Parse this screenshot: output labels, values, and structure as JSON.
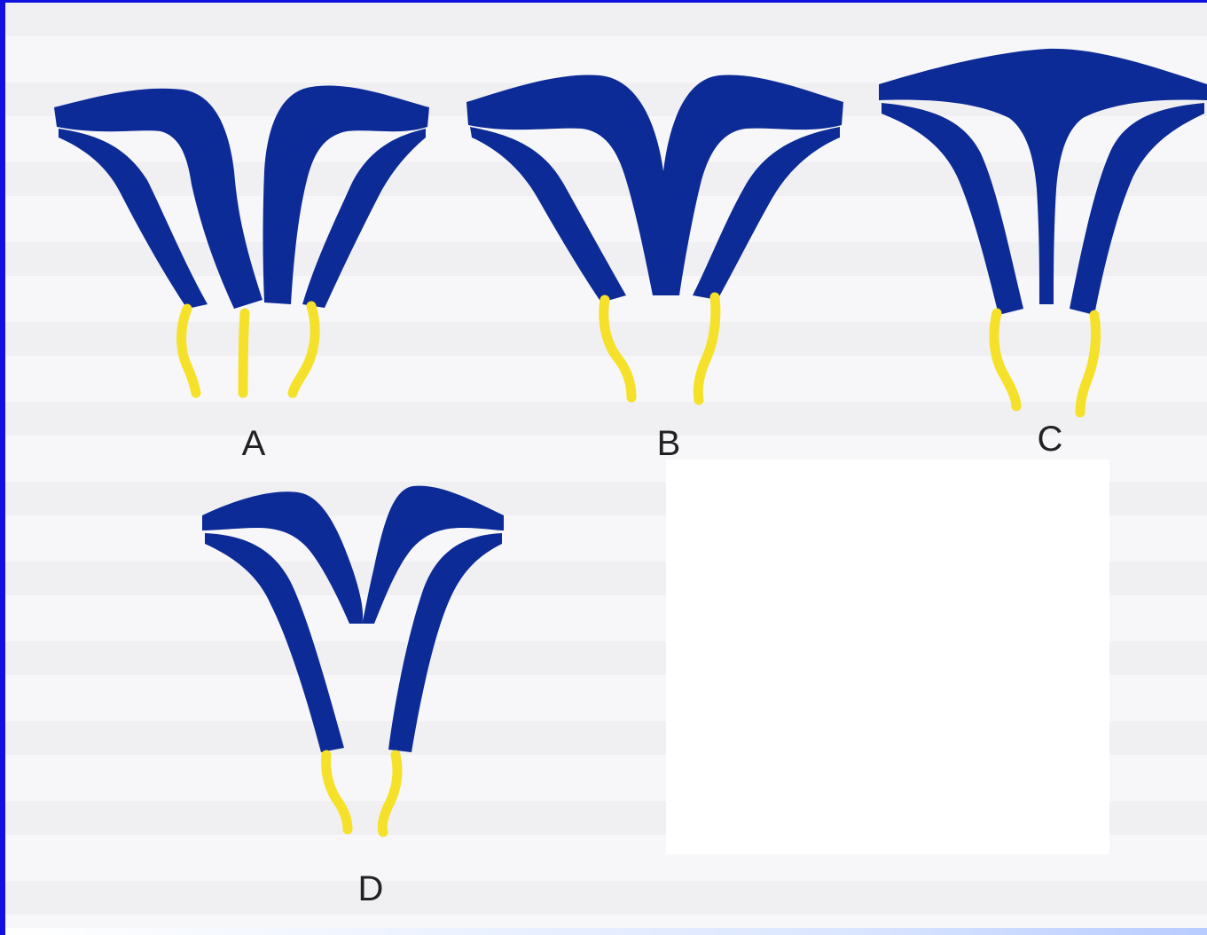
{
  "figure": {
    "labels": {
      "a": "A",
      "b": "B",
      "c": "C",
      "d": "D"
    },
    "colors": {
      "uterus": "#0d2b96",
      "ligament": "#f5e12a",
      "background": "#f7f7f9",
      "frame_border": "#1010e0"
    }
  }
}
